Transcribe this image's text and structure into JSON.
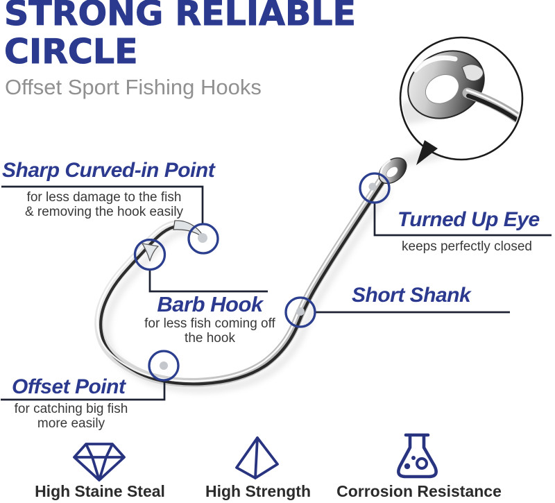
{
  "header": {
    "title_line1": "STRONG RELIABLE",
    "title_line2": "CIRCLE",
    "subtitle": "Offset Sport Fishing Hooks"
  },
  "callouts": {
    "sharp_point": {
      "label": "Sharp Curved-in Point",
      "caption_line1": "for less damage to the fish",
      "caption_line2": "& removing the hook easily"
    },
    "turned_up_eye": {
      "label": "Turned Up Eye",
      "caption": "keeps perfectly closed"
    },
    "barb_hook": {
      "label": "Barb Hook",
      "caption_line1": "for less fish coming off",
      "caption_line2": "the hook"
    },
    "short_shank": {
      "label": "Short Shank"
    },
    "offset_point": {
      "label": "Offset Point",
      "caption_line1": "for catching big fish",
      "caption_line2": "more easily"
    }
  },
  "features": [
    {
      "icon": "diamond-icon",
      "label": "High Staine Steal"
    },
    {
      "icon": "pyramid-icon",
      "label": "High Strength"
    },
    {
      "icon": "flask-icon",
      "label": "Corrosion Resistance"
    }
  ],
  "colors": {
    "navy_text": "#2b3a8e",
    "circle_stroke": "#2b3f8e",
    "callout_line": "#1d2332",
    "icon_navy": "#283480",
    "caption_gray": "#383838",
    "subtitle_gray": "#909090",
    "metal_light": "#f5f5f5",
    "metal_dark": "#1a1a1a"
  }
}
